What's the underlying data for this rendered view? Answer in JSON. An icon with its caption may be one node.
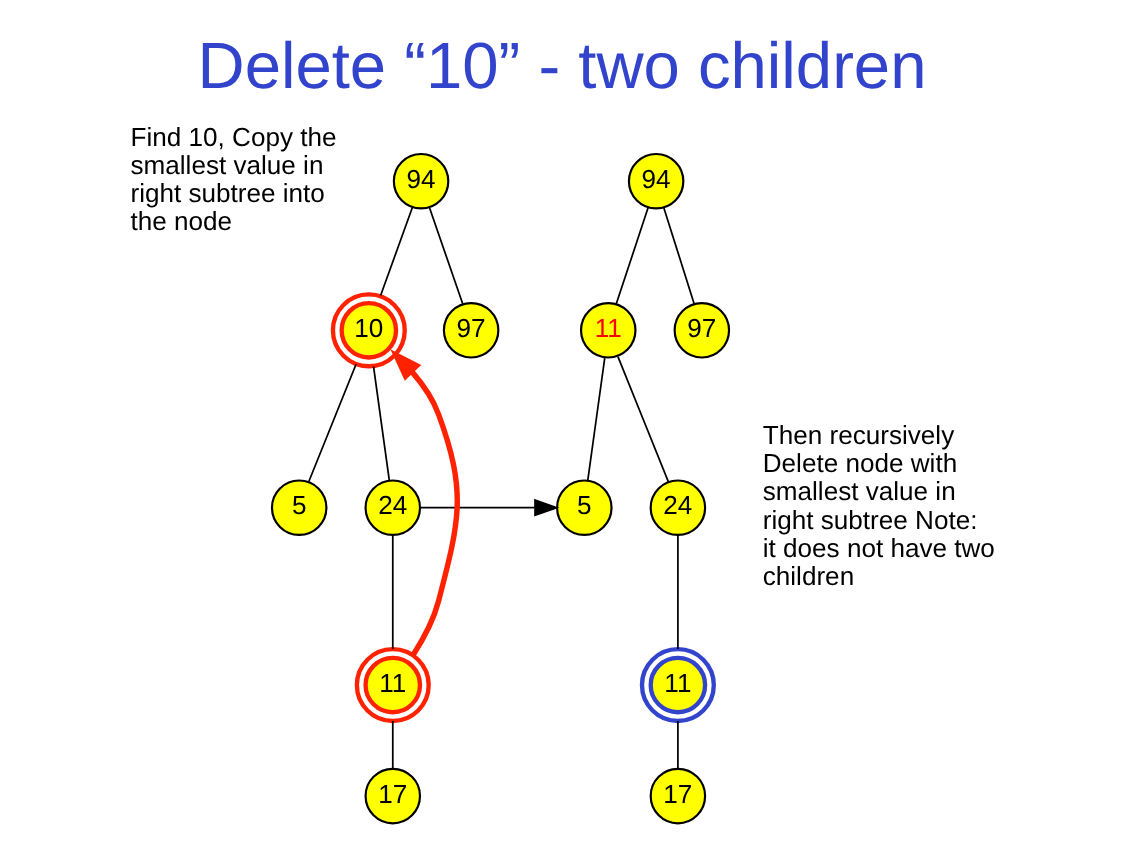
{
  "diagram": {
    "title": "Delete “10” - two children",
    "nodes": [
      {
        "text": [
          "94"
        ]
      },
      {
        "text": [
          "10"
        ]
      },
      {
        "text": [
          "97"
        ]
      },
      {
        "text": [
          "5"
        ]
      },
      {
        "text": [
          "24"
        ]
      },
      {
        "text": [
          "11"
        ]
      },
      {
        "text": [
          "17"
        ]
      },
      {
        "text": [
          "94"
        ]
      },
      {
        "text": [
          "11"
        ]
      },
      {
        "text": [
          "97"
        ]
      },
      {
        "text": [
          "5"
        ]
      },
      {
        "text": [
          "24"
        ]
      },
      {
        "text": [
          "11"
        ]
      },
      {
        "text": [
          "17"
        ]
      }
    ],
    "edges": [
      {
        "from": 0,
        "to": 1,
        "arrow": "none"
      },
      {
        "from": 0,
        "to": 2,
        "arrow": "none"
      },
      {
        "from": 1,
        "to": 3,
        "arrow": "none"
      },
      {
        "from": 1,
        "to": 4,
        "arrow": "none"
      },
      {
        "from": 4,
        "to": 5,
        "arrow": "none"
      },
      {
        "from": 5,
        "to": 6,
        "arrow": "none"
      },
      {
        "from": 5,
        "to": 1,
        "arrow": "to",
        "style": "thick",
        "color": "#ff2200"
      },
      {
        "from": 4,
        "to": 10,
        "arrow": "to"
      },
      {
        "from": 7,
        "to": 8,
        "arrow": "none"
      },
      {
        "from": 7,
        "to": 9,
        "arrow": "none"
      },
      {
        "from": 8,
        "to": 10,
        "arrow": "none"
      },
      {
        "from": 8,
        "to": 11,
        "arrow": "none"
      },
      {
        "from": 11,
        "to": 12,
        "arrow": "none"
      },
      {
        "from": 12,
        "to": 13,
        "arrow": "none"
      }
    ],
    "labels": [
      "Find 10, Copy the smallest value in right subtree into the node",
      "Then recursively Delete node with smallest value in right subtree Note: it does not have two children"
    ]
  }
}
